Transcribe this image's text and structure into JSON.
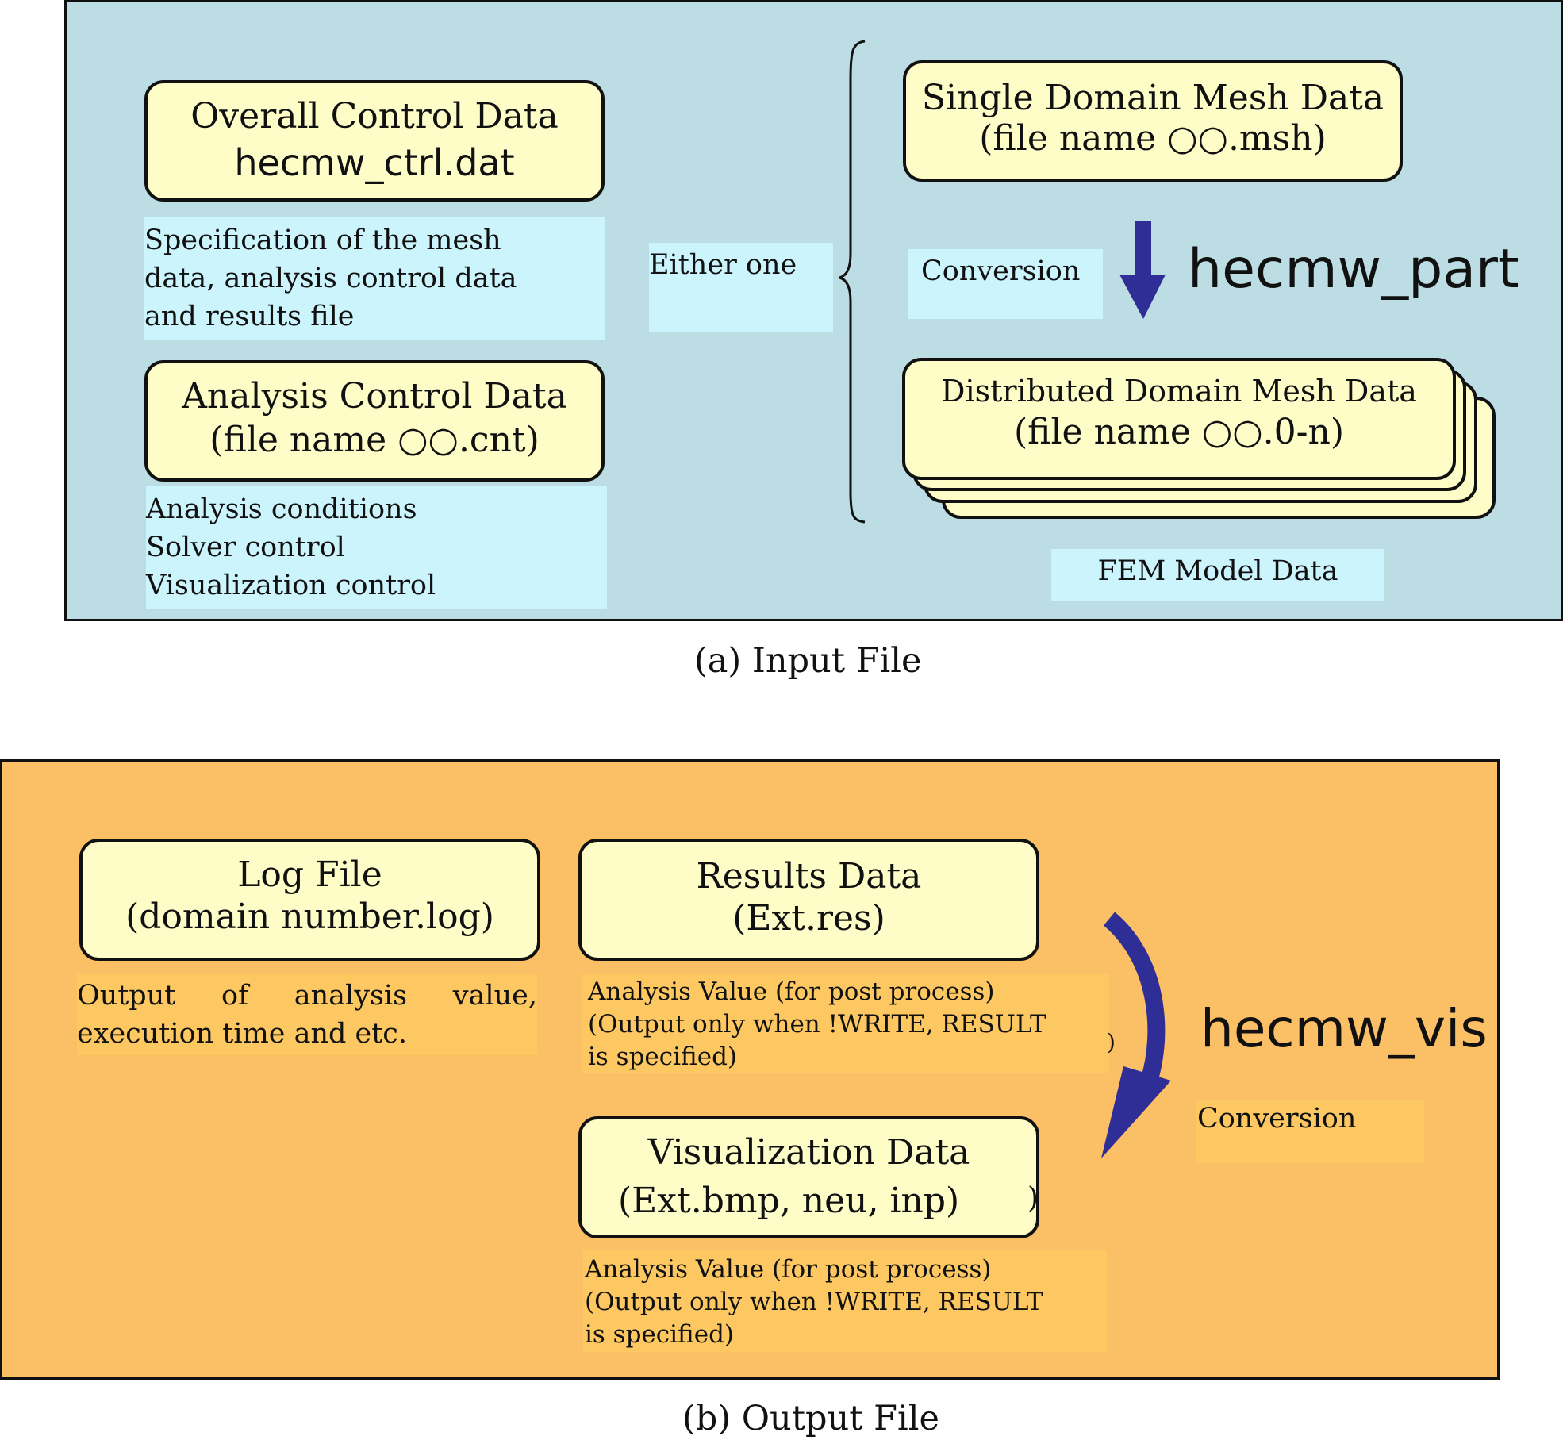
{
  "input_panel": {
    "overall_control": {
      "title": "Overall Control Data",
      "filename": "hecmw_ctrl.dat"
    },
    "overall_note": [
      "Specification of the mesh",
      "data, analysis control data",
      "and results file"
    ],
    "analysis_control": {
      "title": "Analysis Control Data",
      "filename": "(file name  ○○.cnt)"
    },
    "analysis_note": [
      "Analysis conditions",
      "Solver control",
      "Visualization control"
    ],
    "either_one": "Either one",
    "single_mesh": {
      "title": "Single Domain Mesh Data",
      "filename": "(file name  ○○.msh)"
    },
    "conversion_label": "Conversion",
    "tool": "hecmw_part",
    "distributed_mesh": {
      "title": "Distributed Domain Mesh Data",
      "filename": "(file name  ○○.0-n)"
    },
    "fem_label": "FEM Model Data",
    "caption": "(a) Input File"
  },
  "output_panel": {
    "log_file": {
      "title": "Log File",
      "filename": "(domain number.log)"
    },
    "log_note": [
      "Output   of   analysis   value,",
      "execution time and etc."
    ],
    "results": {
      "title": "Results Data",
      "filename": "(Ext.res)"
    },
    "results_note": [
      "Analysis Value (for post process)",
      "(Output only when !WRITE, RESULT",
      "is specified)"
    ],
    "results_note_stray": ")",
    "tool": "hecmw_vis",
    "conversion_label": "Conversion",
    "visualization": {
      "title": "Visualization Data",
      "filename": "(Ext.bmp, neu, inp)",
      "stray": ")"
    },
    "vis_note": [
      "Analysis Value (for post process)",
      "(Output only when !WRITE, RESULT",
      "is specified)"
    ],
    "caption": "(b) Output File"
  },
  "colors": {
    "input_bg": "#bcdde3",
    "output_bg": "#fbbf66",
    "box_fill": "#fefdc8",
    "note_blue": "#cbf4fc",
    "note_orange": "#fdc861",
    "arrow": "#2e2e96"
  }
}
